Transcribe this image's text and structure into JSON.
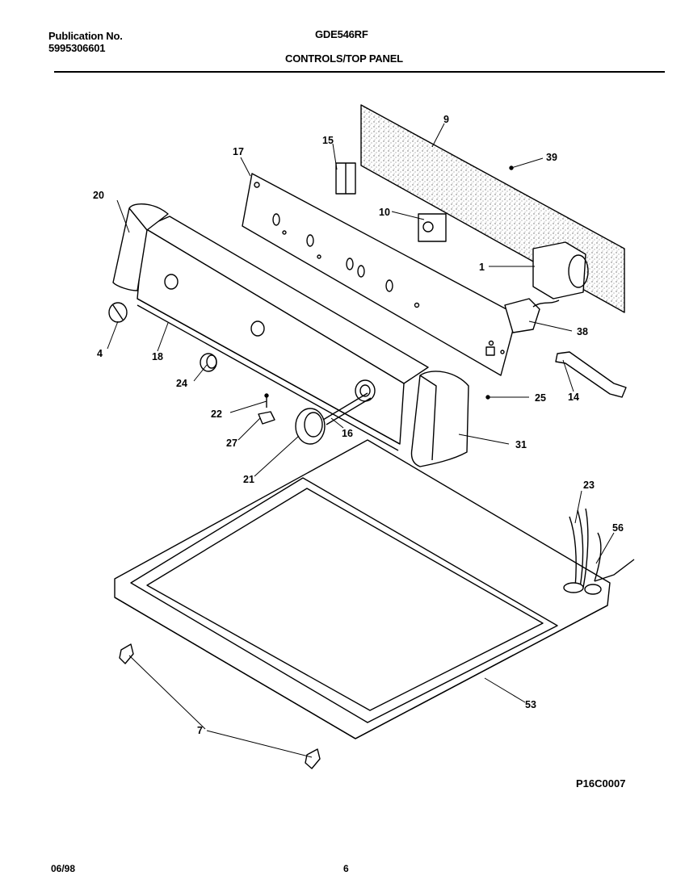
{
  "header": {
    "publication_label": "Publication No.",
    "publication_number": "5995306601",
    "model": "GDE546RF",
    "section_title": "CONTROLS/TOP PANEL"
  },
  "figure_code": "P16C0007",
  "callouts": [
    "1",
    "4",
    "7",
    "9",
    "10",
    "14",
    "15",
    "16",
    "17",
    "18",
    "20",
    "21",
    "22",
    "23",
    "24",
    "25",
    "27",
    "31",
    "38",
    "39",
    "53",
    "56"
  ],
  "footer": {
    "date": "06/98",
    "page": "6"
  }
}
